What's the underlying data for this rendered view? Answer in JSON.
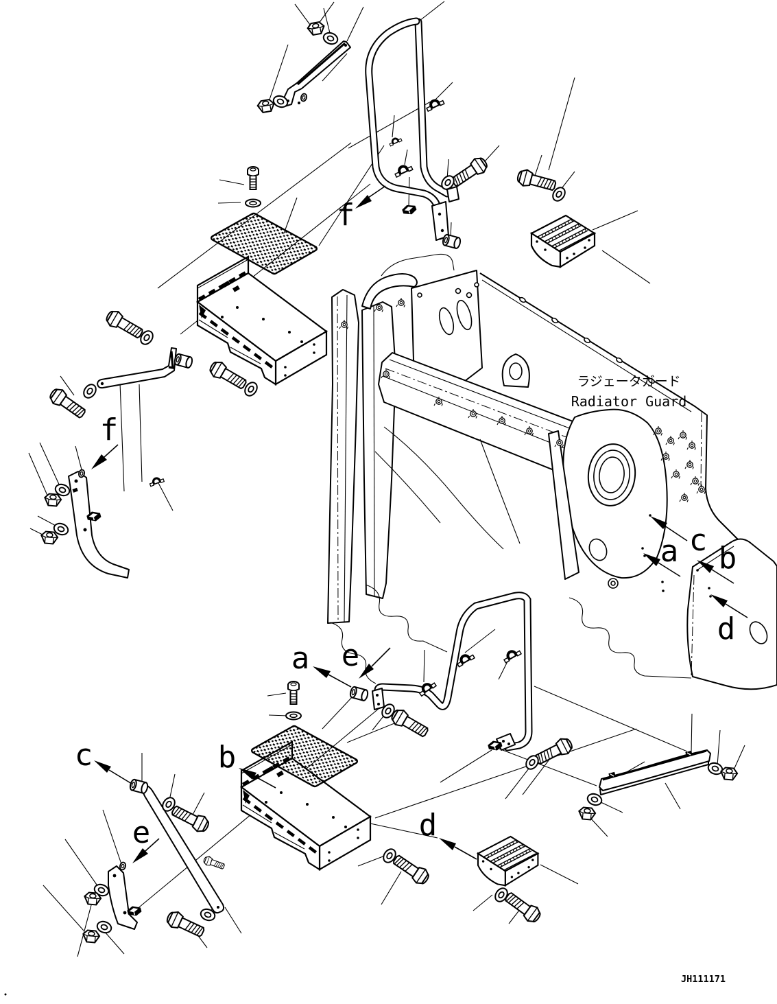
{
  "title": {
    "jp": "ラジェータガード",
    "en": "Radiator Guard"
  },
  "drawing_number": "JH111171",
  "view_labels": [
    {
      "id": "f-upper",
      "letter": "f"
    },
    {
      "id": "f-left",
      "letter": "f"
    },
    {
      "id": "a-right",
      "letter": "a"
    },
    {
      "id": "c-right",
      "letter": "c"
    },
    {
      "id": "b-right",
      "letter": "b"
    },
    {
      "id": "d-right",
      "letter": "d"
    },
    {
      "id": "a-middle",
      "letter": "a"
    },
    {
      "id": "e-middle",
      "letter": "e"
    },
    {
      "id": "c-lower",
      "letter": "c"
    },
    {
      "id": "b-lower",
      "letter": "b"
    },
    {
      "id": "e-lower",
      "letter": "e"
    },
    {
      "id": "d-lower",
      "letter": "d"
    }
  ],
  "colors": {
    "line": "#000000",
    "background": "#ffffff"
  }
}
